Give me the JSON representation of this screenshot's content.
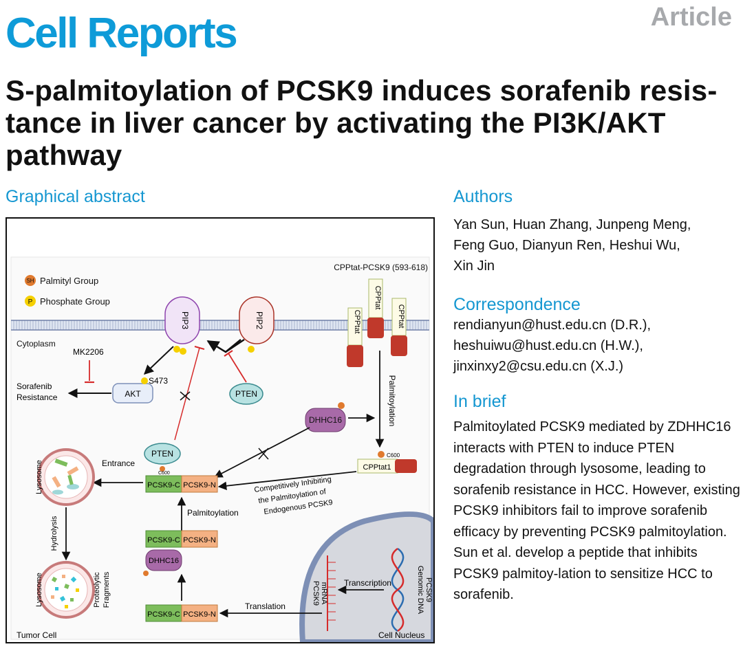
{
  "header": {
    "journal": "Cell Reports",
    "type": "Article"
  },
  "title": "S-palmitoylation of PCSK9 induces sorafenib resis-tance in liver cancer by activating the PI3K/AKT pathway",
  "title_lines": [
    "S-palmitoylation of PCSK9 induces sorafenib resis-",
    "tance in liver cancer by activating the PI3K/AKT",
    "pathway"
  ],
  "graphical_abstract": {
    "heading": "Graphical abstract",
    "legend": {
      "palmityl": "Palmityl Group",
      "phosphate": "Phosphate Group",
      "sh": "SH",
      "p": "P"
    },
    "peptide_label": "CPPtat-PCSK9 (593-618)",
    "cppt": "CPPtat",
    "cppt_num": "1",
    "cytoplasm": "Cytoplasm",
    "pip3": "PIP3",
    "pip2": "PIP2",
    "mk2206": "MK2206",
    "s473": "S473",
    "akt": "AKT",
    "pten": "PTEN",
    "sorafenib1": "Sorafenib",
    "sorafenib2": "Resistance",
    "palmitoylation": "Palmitoylation",
    "dhhc16": "DHHC16",
    "c600": "C600",
    "cpptat1": "CPPtat1",
    "lysosome": "Lysosome",
    "entrance": "Entrance",
    "pcsk9_c": "PCSK9-C",
    "pcsk9_n": "PCSK9-N",
    "comp1": "Competitively Inhibiting",
    "comp2": "the Palmitoylation of",
    "comp3": "Endogenous PCSK9",
    "hydrolysis": "Hydrolysis",
    "proteolytic1": "Proteolytic",
    "proteolytic2": "Fragments",
    "transcription": "Transcription",
    "pcsk9_mrna1": "PCSK9",
    "pcsk9_mrna2": "mRNA",
    "genomic1": "Genomic DNA",
    "genomic2": "PCSK9",
    "translation": "Translation",
    "tumor_cell": "Tumor Cell",
    "cell_nucleus": "Cell Nucleus"
  },
  "authors": {
    "heading": "Authors",
    "lines": [
      "Yan Sun, Huan Zhang, Junpeng Meng,",
      "Feng Guo, Dianyun Ren, Heshui Wu,",
      "Xin Jin"
    ]
  },
  "correspondence": {
    "heading": "Correspondence",
    "lines": [
      "rendianyun@hust.edu.cn (D.R.),",
      "heshuiwu@hust.edu.cn (H.W.),",
      "jinxinxy2@csu.edu.cn (X.J.)"
    ]
  },
  "in_brief": {
    "heading": "In brief",
    "text": "Palmitoylated PCSK9 mediated by ZDHHC16 interacts with PTEN to induce PTEN degradation through lysosome, leading to sorafenib resistance in HCC. However, existing PCSK9 inhibitors fail to improve sorafenib efficacy by preventing PCSK9 palmitoylation. Sun et al. develop a peptide that inhibits PCSK9 palmitoy-lation to sensitize HCC to sorafenib."
  },
  "colors": {
    "accent": "#0e9bd8",
    "muted": "#a7a9ac",
    "pcsk9_c": "#7dbd5c",
    "pcsk9_n": "#f4b183",
    "dhhc16": "#a86aa8",
    "pten": "#9fd7d8",
    "cpp_red": "#c0392b"
  }
}
